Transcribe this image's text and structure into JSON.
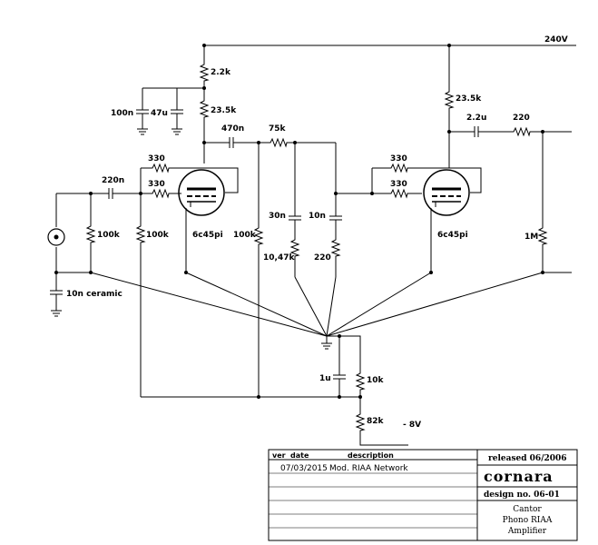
{
  "labels": {
    "supply_hv": "240V",
    "supply_neg": "- 8V",
    "r_2k2": "2.2k",
    "r_23k5_left": "23.5k",
    "c_100n": "100n",
    "c_47u": "47u",
    "c_470n": "470n",
    "r_75k": "75k",
    "r_330_a": "330",
    "r_330_b": "330",
    "c_220n": "220n",
    "r_100k_in": "100k",
    "r_100k_grid": "100k",
    "tube_left": "6c45pi",
    "r_100k_mid": "100k",
    "c_30n": "30n",
    "r_10k47": "10,47k",
    "c_10n": "10n",
    "r_220_riaa": "220",
    "r_330_c": "330",
    "r_330_d": "330",
    "tube_right": "6c45pi",
    "r_23k5_right": "23.5k",
    "c_2u2": "2.2u",
    "r_220_out": "220",
    "r_1M": "1M",
    "c_10n_ceramic": "10n ceramic",
    "c_1u": "1u",
    "r_10k": "10k",
    "r_82k": "82k"
  },
  "title_block": {
    "col_ver": "ver",
    "col_date": "date",
    "col_desc": "description",
    "rev_date": "07/03/2015",
    "rev_desc": "Mod. RIAA Network",
    "released": "released  06/2006",
    "company": "cornara",
    "design_no": "design no. 06-01",
    "title_1": "Cantor",
    "title_2": "Phono RIAA",
    "title_3": "Amplifier"
  }
}
